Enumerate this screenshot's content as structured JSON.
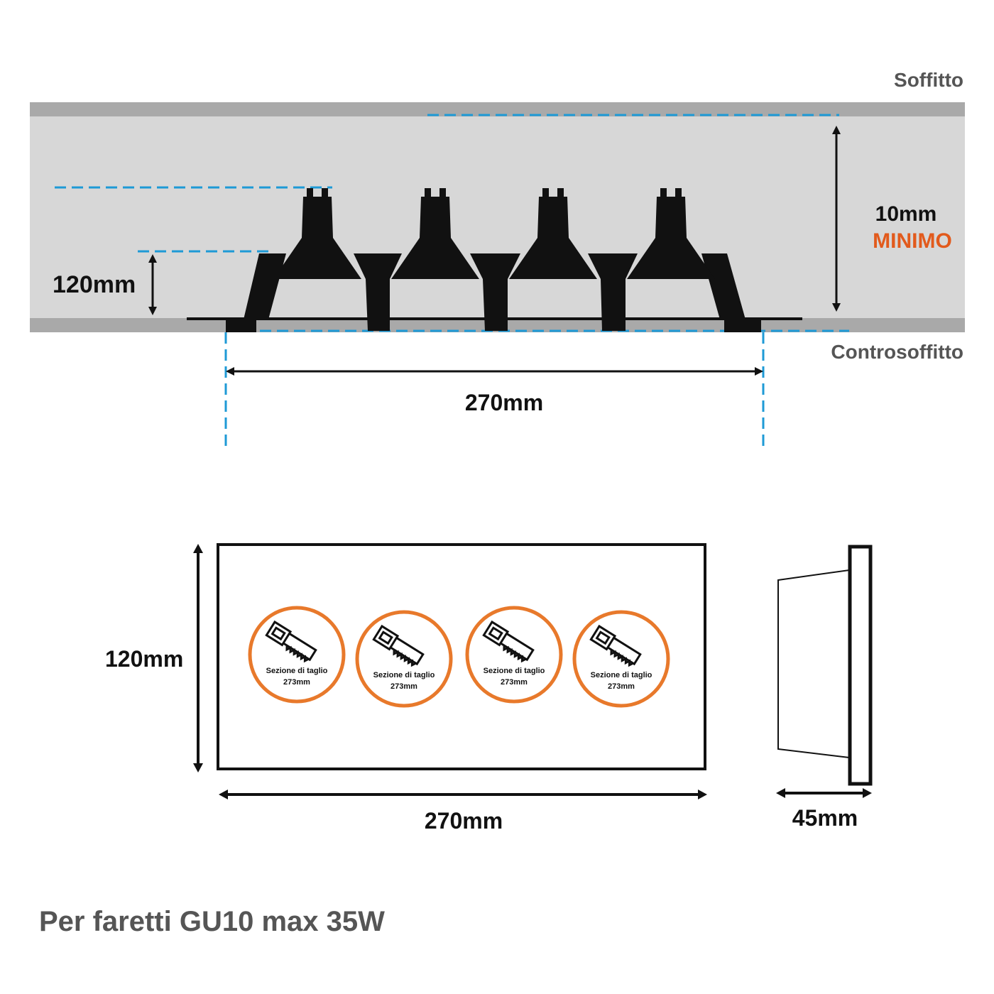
{
  "labels": {
    "ceiling": "Soffitto",
    "false_ceiling": "Controsoffitto",
    "clearance_value": "10mm",
    "clearance_note": "MINIMO",
    "depth_side": "120mm",
    "width_side": "270mm",
    "front_height": "120mm",
    "front_width": "270mm",
    "profile_depth": "45mm",
    "footer": "Per faretti GU10 max 35W"
  },
  "cut_badges": [
    {
      "title": "Sezione di taglio",
      "size": "273mm"
    },
    {
      "title": "Sezione di taglio",
      "size": "273mm"
    },
    {
      "title": "Sezione di taglio",
      "size": "273mm"
    },
    {
      "title": "Sezione di taglio",
      "size": "273mm"
    }
  ],
  "icons": [
    "saw-icon",
    "gu10-lamp-icon"
  ],
  "colors": {
    "accent_orange": "#E8792B",
    "minimo_orange": "#E25A1C",
    "dashed_blue": "#1E9AD6",
    "ceiling_grey": "#A9A9A9",
    "cavity_grey": "#D7D7D7",
    "outline": "#111111",
    "label_grey": "#555555"
  }
}
